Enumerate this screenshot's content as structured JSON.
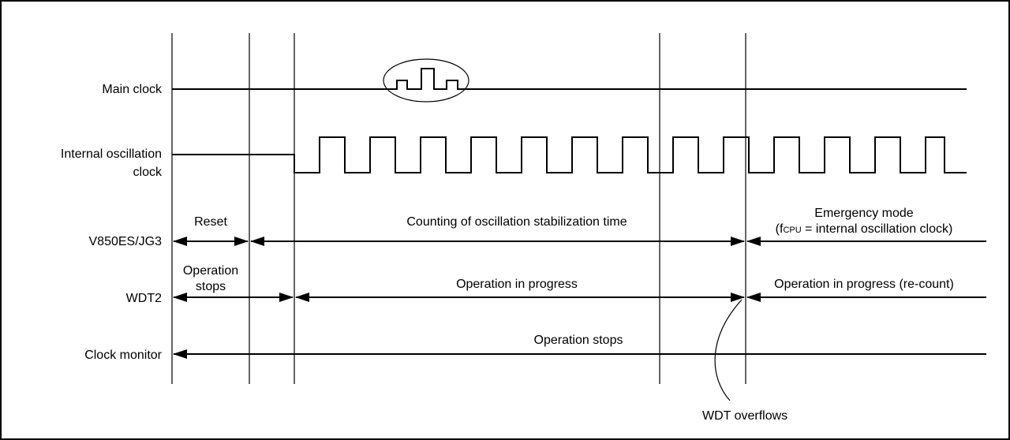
{
  "signals": {
    "main_clock": "Main clock",
    "internal_osc_line1": "Internal oscillation",
    "internal_osc_line2": "clock",
    "v850": "V850ES/JG3",
    "wdt2": "WDT2",
    "clock_monitor": "Clock monitor"
  },
  "annotations": {
    "reset": "Reset",
    "counting": "Counting of oscillation stabilization time",
    "emergency_line1": "Emergency mode",
    "emergency_line2_prefix": "(f",
    "emergency_sub": "CPU",
    "emergency_line2_suffix": " = internal oscillation clock)",
    "operation_stops_line1": "Operation",
    "operation_stops_line2": "stops",
    "operation_in_progress": "Operation in progress",
    "operation_recount": "Operation in progress (re-count)",
    "clock_monitor_stops": "Operation stops",
    "wdt_overflows": "WDT overflows"
  }
}
